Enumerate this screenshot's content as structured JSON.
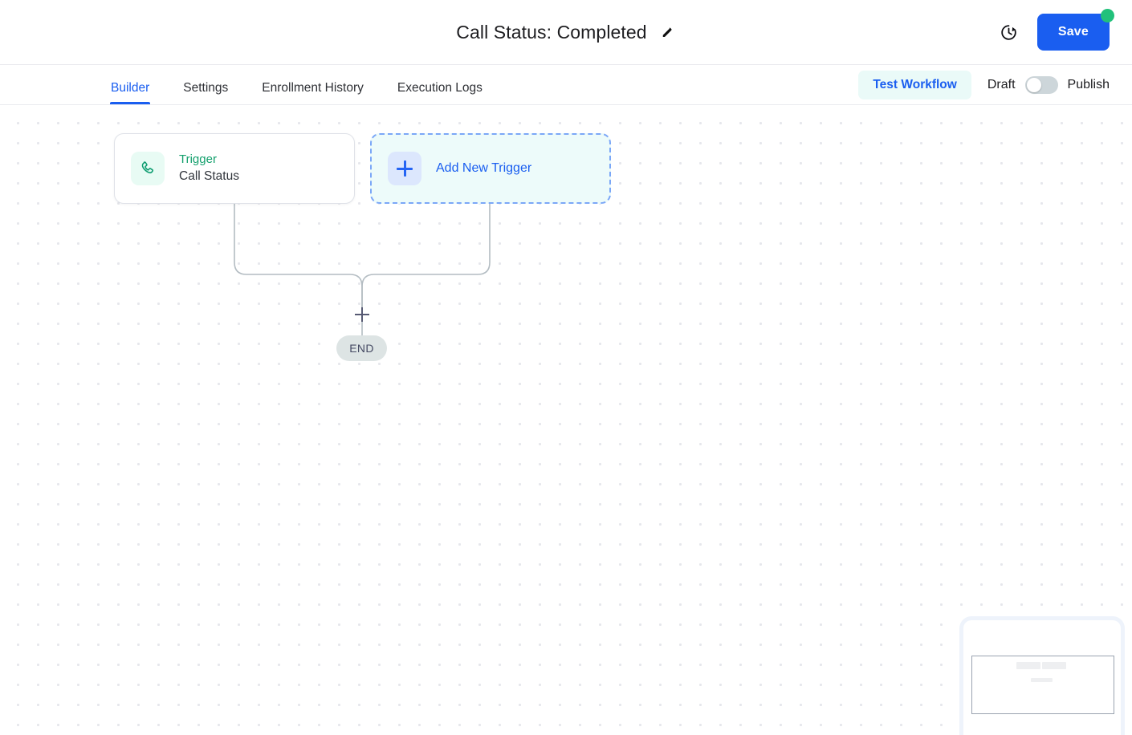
{
  "header": {
    "title": "Call Status: Completed",
    "edit_icon": "pencil-icon",
    "history_icon": "clock-history-icon",
    "save_label": "Save",
    "save_badge": "unsaved-changes-dot"
  },
  "tabs": [
    {
      "label": "Builder",
      "active": true
    },
    {
      "label": "Settings",
      "active": false
    },
    {
      "label": "Enrollment History",
      "active": false
    },
    {
      "label": "Execution Logs",
      "active": false
    }
  ],
  "toolbar": {
    "test_workflow_label": "Test Workflow",
    "draft_label": "Draft",
    "publish_label": "Publish",
    "toggle_state": "off"
  },
  "canvas": {
    "trigger_node": {
      "icon": "phone-call-icon",
      "kind_label": "Trigger",
      "name_label": "Call Status"
    },
    "add_trigger_node": {
      "icon": "plus-icon",
      "label": "Add New Trigger"
    },
    "add_step_button": "plus-icon",
    "end_node": {
      "label": "END"
    }
  },
  "minimap": {
    "name": "canvas-minimap"
  },
  "colors": {
    "accent_blue": "#1a5ef0",
    "trigger_green": "#14a06d",
    "badge_green": "#22c17b",
    "test_workflow_bg": "#eafaf8",
    "add_trigger_bg": "#edfbfa",
    "add_trigger_border": "#7ba7f7",
    "end_node_bg": "#dde4e4",
    "canvas_dot": "#e6e7ec"
  }
}
